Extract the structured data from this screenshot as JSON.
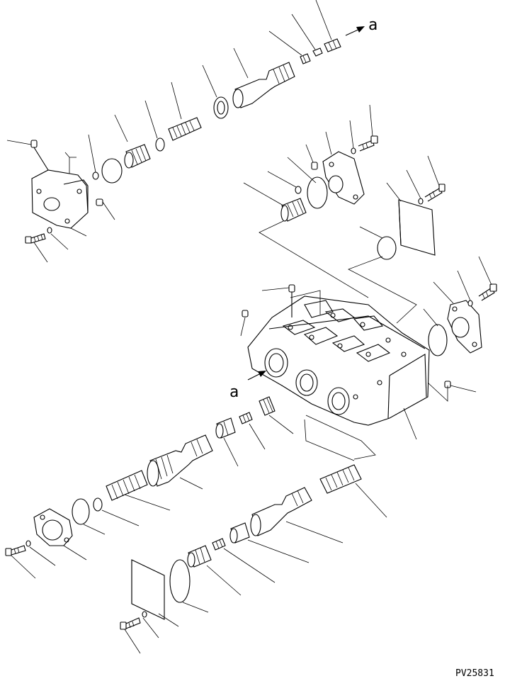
{
  "diagram": {
    "flow_label_top": "a",
    "flow_label_body": "a",
    "drawing_number": "PV25831"
  }
}
